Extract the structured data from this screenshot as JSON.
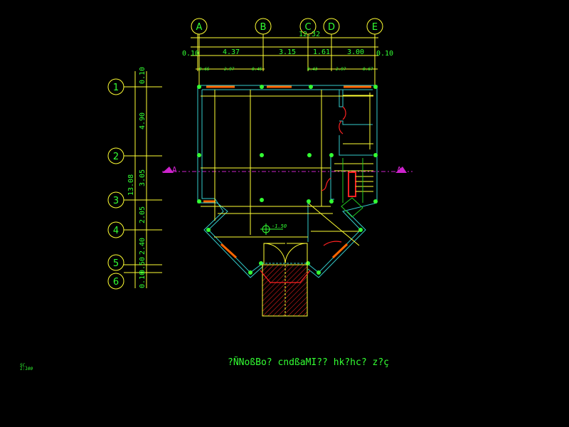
{
  "grid_columns": [
    "A",
    "B",
    "C",
    "D",
    "E"
  ],
  "grid_rows": [
    "1",
    "2",
    "3",
    "4",
    "5",
    "6"
  ],
  "top_dims": {
    "overall": "12.32",
    "segments": [
      "0.10",
      "4.37",
      "3.15",
      "1.61",
      "3.00",
      "0.10"
    ],
    "sub_segments": [
      "0.65",
      "2.97",
      "0.45",
      "0.43",
      "2.97",
      "0.67"
    ]
  },
  "left_dims": {
    "overall": "13.08",
    "segments": [
      "0.10",
      "4.90",
      "3.05",
      "2.05",
      "2.40",
      "0.50",
      "0.10"
    ]
  },
  "section_marks": [
    "A",
    "A"
  ],
  "level_mark": "-1.50",
  "scale_note": {
    "line1": "SC.",
    "line2": "1:100"
  },
  "drawing_title": "?ÑNoßBo? cndßaMI?? hk?hc? z?ç",
  "colors": {
    "background": "#000000",
    "grid": "#ffff33",
    "text": "#33ff33",
    "walls": "#33cccc",
    "doors": "#ff2222",
    "section": "#cc22cc"
  }
}
